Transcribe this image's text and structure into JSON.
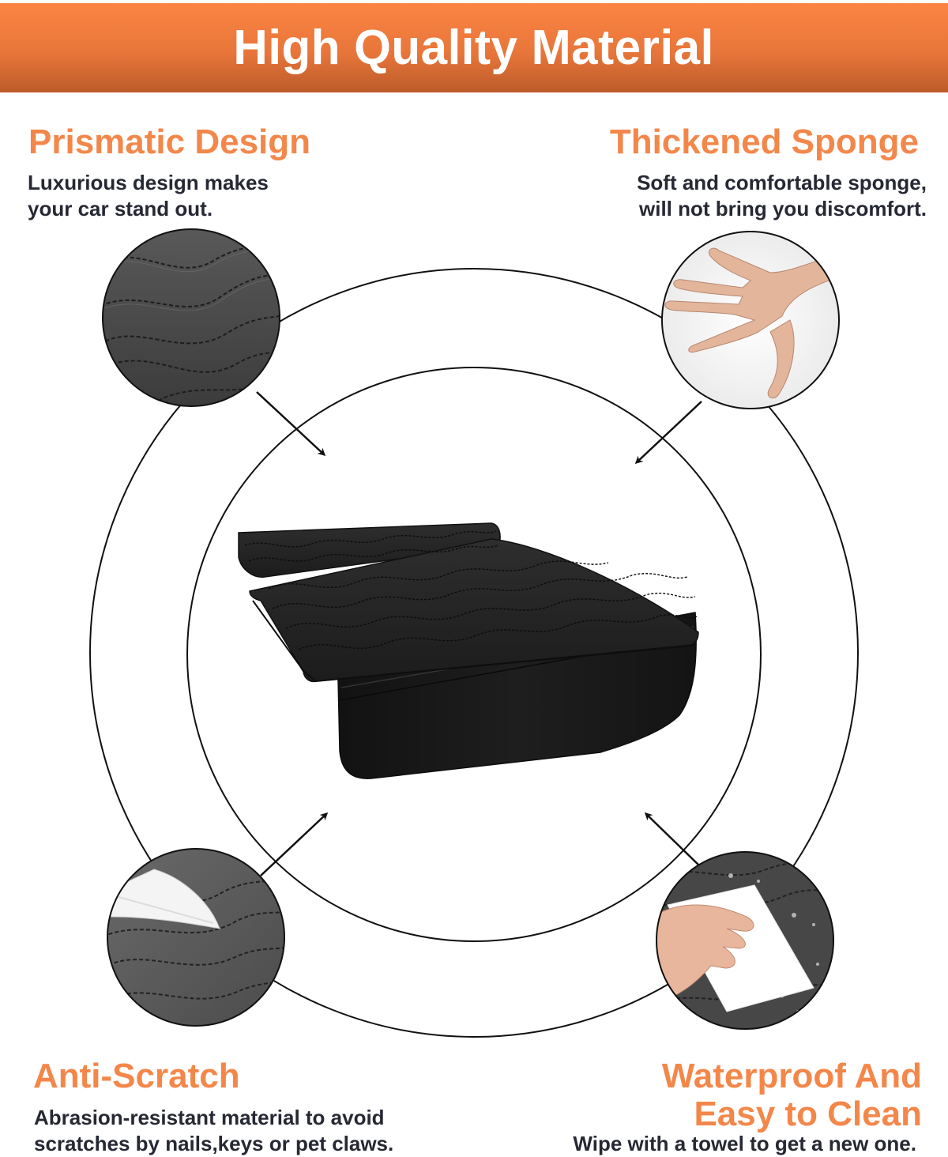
{
  "banner": {
    "title": "High Quality Material",
    "gradient_top": "#fb8443",
    "gradient_bottom": "#bc5b2a"
  },
  "accent_color": "#f3874a",
  "text_color": "#262833",
  "features": [
    {
      "position": "top-left",
      "title": "Prismatic Design",
      "description_lines": [
        "Luxurious design makes",
        "your car stand out."
      ],
      "image": "quilted-leather-texture-closeup"
    },
    {
      "position": "top-right",
      "title": "Thickened Sponge",
      "description_lines": [
        "Soft and comfortable sponge,",
        "will not bring you discomfort."
      ],
      "image": "hand-pressing-foam-sponge"
    },
    {
      "position": "bottom-left",
      "title": "Anti-Scratch",
      "description_lines": [
        "Abrasion-resistant material to avoid",
        "scratches by nails,keys or pet claws."
      ],
      "image": "knife-on-leather"
    },
    {
      "position": "bottom-right",
      "title_lines": [
        "Waterproof And",
        "Easy to Clean"
      ],
      "description_lines": [
        "Wipe with a towel to get a new one."
      ],
      "image": "hand-wiping-wet-leather-with-towel"
    }
  ],
  "product": {
    "image": "black-quilted-leather-armrest-cover-with-side-pocket"
  }
}
